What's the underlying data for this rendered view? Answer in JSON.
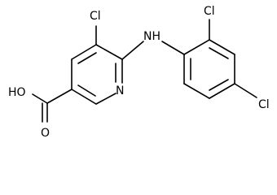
{
  "molecule": {
    "atoms": {
      "cl_top": "Cl",
      "nh": "NH",
      "cl_right_top": "Cl",
      "cl_right": "Cl",
      "ring_n": "N",
      "oh": "HO",
      "o": "O"
    }
  },
  "colors": {
    "bond": "#000000",
    "text": "#000000",
    "background": "#ffffff"
  }
}
